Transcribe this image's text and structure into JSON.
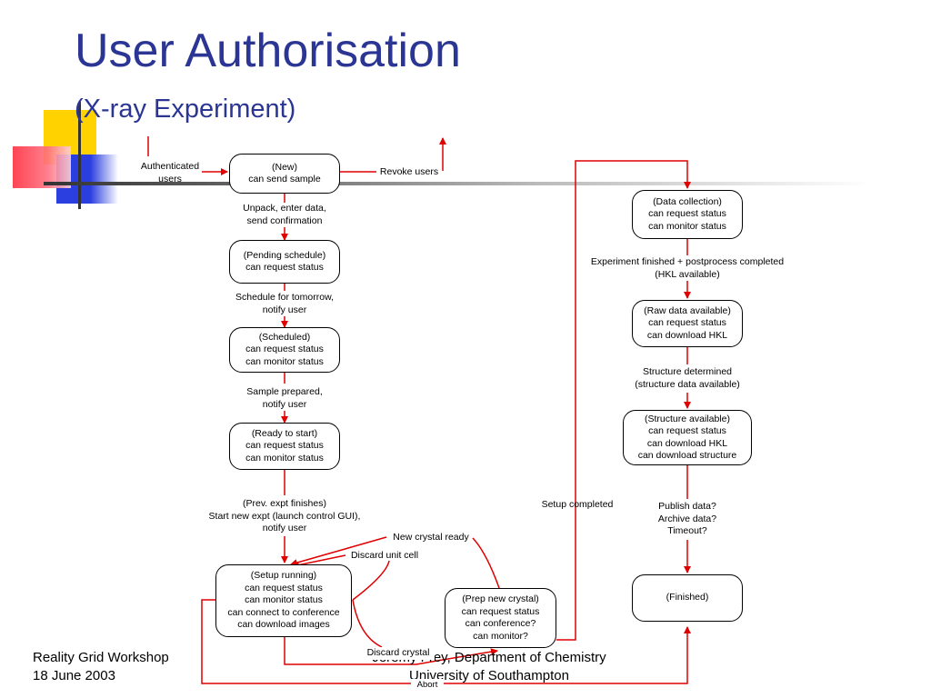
{
  "title": "User Authorisation",
  "subtitle": "(X-ray Experiment)",
  "states": {
    "new": [
      "(New)",
      "can send sample"
    ],
    "pending": [
      "(Pending schedule)",
      "can request status"
    ],
    "scheduled": [
      "(Scheduled)",
      "can request status",
      "can monitor status"
    ],
    "ready": [
      "(Ready to start)",
      "can request status",
      "can monitor status"
    ],
    "setup_running": [
      "(Setup running)",
      "can request status",
      "can monitor status",
      "can connect to conference",
      "can download images"
    ],
    "prep_crystal": [
      "(Prep new crystal)",
      "can request status",
      "can conference?",
      "can monitor?"
    ],
    "data_collection": [
      "(Data collection)",
      "can request status",
      "can monitor status"
    ],
    "raw_data": [
      "(Raw  data available)",
      "can request status",
      "can download HKL"
    ],
    "structure": [
      "(Structure available)",
      "can request status",
      "can download HKL",
      "can download structure"
    ],
    "finished": [
      "(Finished)"
    ]
  },
  "labels": {
    "authenticated": [
      "Authenticated",
      "users"
    ],
    "revoke": [
      "Revoke users"
    ],
    "unpack": [
      "Unpack, enter data,",
      "send confirmation"
    ],
    "schedule": [
      "Schedule for tomorrow,",
      "notify user"
    ],
    "sample_prepared": [
      "Sample prepared,",
      "notify user"
    ],
    "prev_expt": [
      "(Prev. expt finishes)",
      "Start new expt (launch control GUI),",
      "notify user"
    ],
    "new_crystal": [
      "New  crystal ready"
    ],
    "discard_unit": [
      "Discard unit cell"
    ],
    "discard_crystal": [
      "Discard crystal"
    ],
    "abort": [
      "Abort"
    ],
    "setup_completed": [
      "Setup completed"
    ],
    "expt_finished": [
      "Experiment finished + postprocess completed",
      "(HKL available)"
    ],
    "structure_determined": [
      "Structure determined",
      "(structure data available)"
    ],
    "publish": [
      "Publish data?",
      "Archive data?",
      "Timeout?"
    ]
  },
  "footer": {
    "workshop": "Reality Grid Workshop",
    "date": "18 June 2003",
    "author": "Jeremy Frey, Department of Chemistry",
    "university": "University of Southampton"
  },
  "colors": {
    "title": "#2b3594",
    "arrow": "#e00000",
    "yellow": "#ffd200",
    "blue": "#2b3fe0",
    "red": "#ff3040"
  }
}
